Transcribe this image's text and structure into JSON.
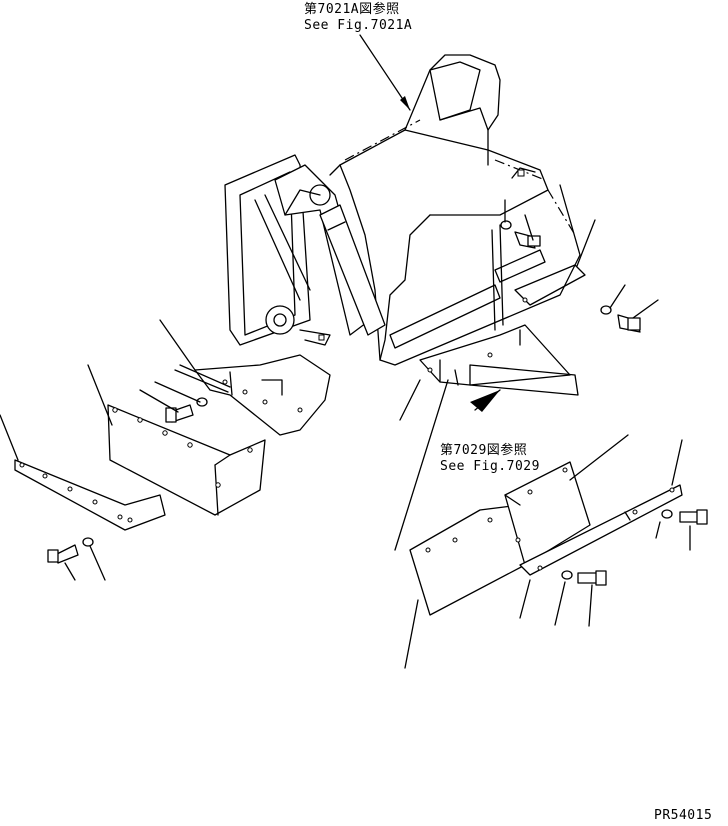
{
  "references": {
    "ref_top_jp": "第7021A図参照",
    "ref_top_en": "See Fig.7021A",
    "ref_mid_jp": "第7029図参照",
    "ref_mid_en": "See Fig.7029"
  },
  "drawing_id": "PR54015",
  "colors": {
    "line": "#000000",
    "background": "#ffffff"
  }
}
